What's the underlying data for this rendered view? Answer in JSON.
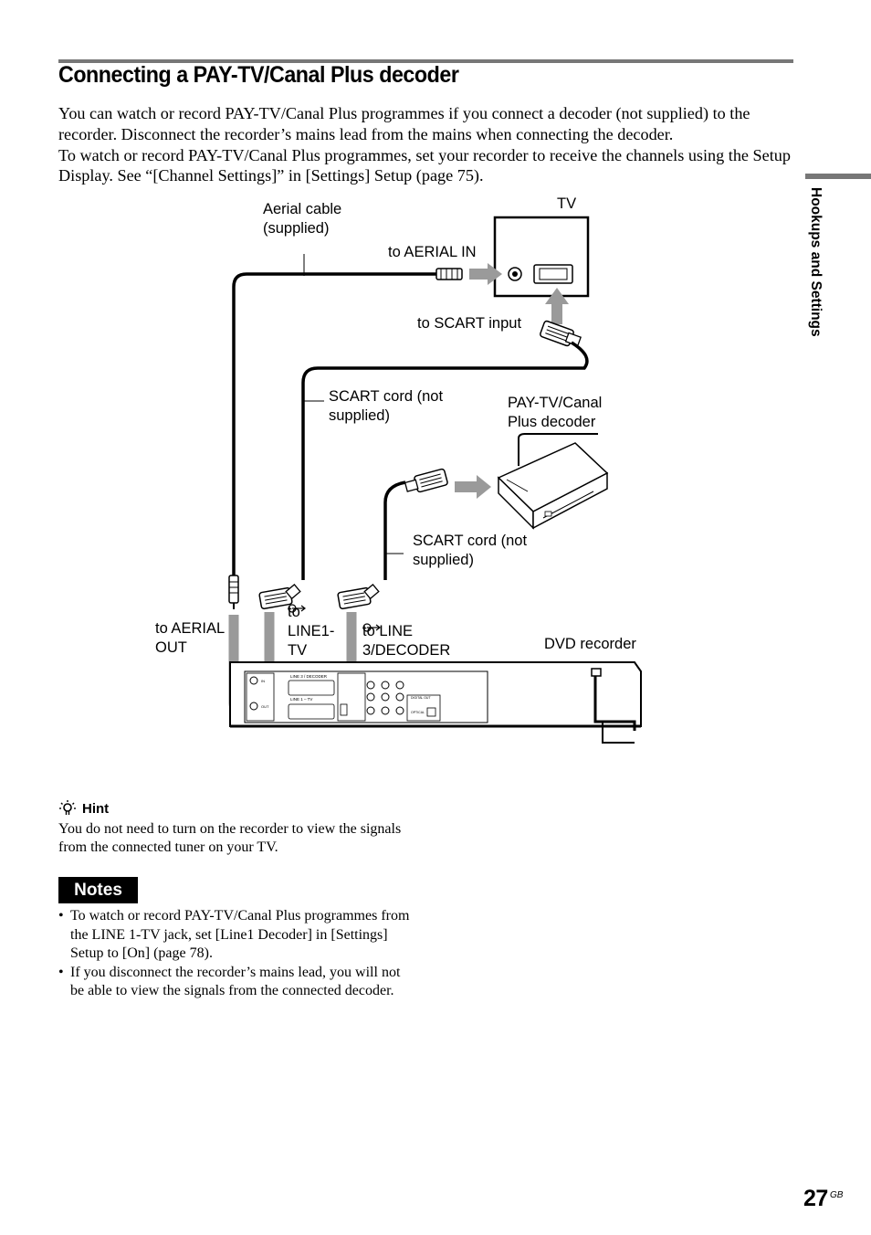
{
  "page": {
    "title": "Connecting a PAY-TV/Canal Plus decoder",
    "intro_paragraph_1": "You can watch or record PAY-TV/Canal Plus programmes if you connect a decoder (not supplied) to the recorder. Disconnect the recorder’s mains lead from the mains when connecting the decoder.",
    "intro_paragraph_2": "To watch or record PAY-TV/Canal Plus programmes, set your recorder to receive the channels using the Setup Display. See “[Channel Settings]” in [Settings] Setup (page 75).",
    "side_tab": "Hookups and Settings",
    "page_number": "27",
    "page_suffix": "GB"
  },
  "diagram": {
    "labels": {
      "aerial_cable_1": "Aerial cable",
      "aerial_cable_2": "(supplied)",
      "tv": "TV",
      "to_aerial_in": "to AERIAL IN",
      "to_scart_input": "to SCART input",
      "scart_cord_top_1": "SCART cord (not",
      "scart_cord_top_2": "supplied)",
      "decoder_1": "PAY-TV/Canal",
      "decoder_2": "Plus decoder",
      "scart_cord_bottom_1": "SCART cord (not",
      "scart_cord_bottom_2": "supplied)",
      "to_aerial_out_1": "to AERIAL",
      "to_aerial_out_2": "OUT",
      "to_line1_prefix": "to",
      "to_line1_2": "LINE1-",
      "to_line1_3": "TV",
      "to_line3_prefix": "to",
      "to_line3_suffix": "LINE",
      "to_line3_2": "3/DECODER",
      "dvd_recorder": "DVD recorder"
    },
    "panel_text": {
      "line3_decoder": "LINE 3 / DECODER",
      "line1_tv": "LINE 1 – TV",
      "aerial_in": "IN",
      "aerial_out": "OUT",
      "digital_out": "DIGITAL OUT",
      "optical": "OPTICAL"
    }
  },
  "hint": {
    "heading": "Hint",
    "body": "You do not need to turn on the recorder to view the signals from the connected tuner on your TV."
  },
  "notes": {
    "heading": "Notes",
    "items": [
      "To watch or record PAY-TV/Canal Plus programmes from the LINE 1-TV jack, set [Line1 Decoder] in [Settings] Setup to [On] (page 78).",
      "If you disconnect the recorder’s mains lead, you will not be able to view the signals from the connected decoder."
    ]
  }
}
